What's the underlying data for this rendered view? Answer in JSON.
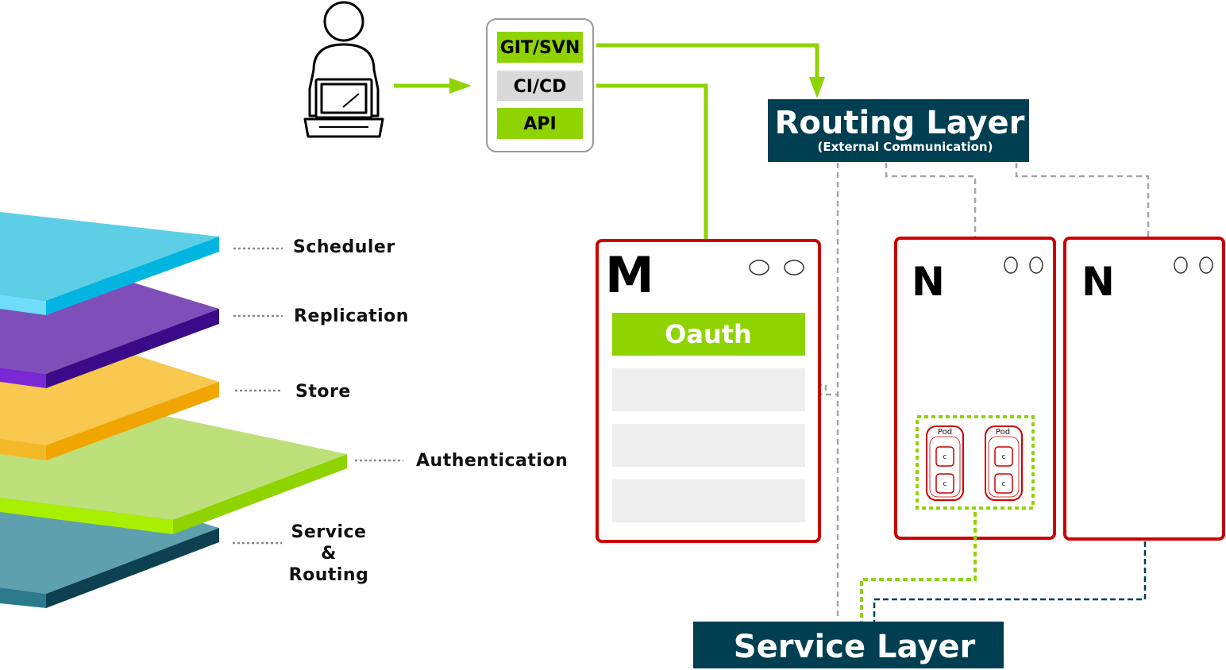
{
  "sources": {
    "git_svn": "GIT/SVN",
    "ci_cd": "CI/CD",
    "api": "API"
  },
  "routing_layer": {
    "title": "Routing Layer",
    "subtitle": "(External Communication)"
  },
  "service_layer": {
    "title": "Service Layer"
  },
  "master": {
    "letter": "M",
    "oauth": "Oauth"
  },
  "nodes": [
    {
      "letter": "N"
    },
    {
      "letter": "N"
    }
  ],
  "pods": [
    {
      "label": "Pod",
      "containers": [
        "c",
        "c"
      ]
    },
    {
      "label": "Pod",
      "containers": [
        "c",
        "c"
      ]
    }
  ],
  "stack_labels": {
    "scheduler": "Scheduler",
    "replication": "Replication",
    "store": "Store",
    "authentication": "Authentication",
    "service_routing_line1": "Service",
    "service_routing_line2": "&",
    "service_routing_line3": "Routing"
  },
  "colors": {
    "green": "#8fd400",
    "navy": "#003e52",
    "node_red": "#cc0000",
    "scheduler": "#5ccfe6",
    "replication": "#7e4fb8",
    "store": "#f8c84f",
    "authentication": "#bde07a",
    "service_routing": "#5fa0ae"
  }
}
